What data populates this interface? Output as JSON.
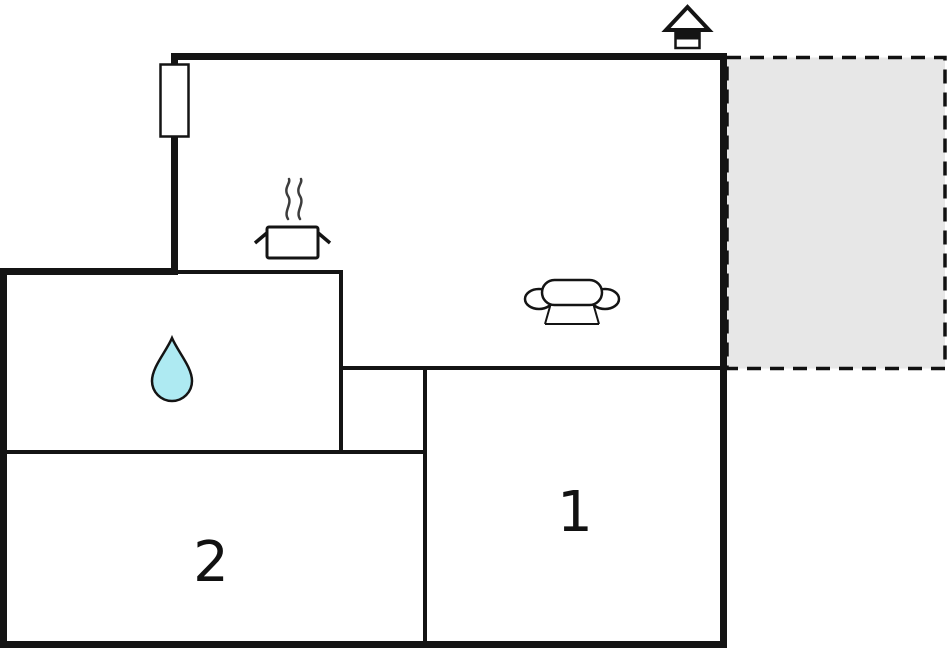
{
  "colors": {
    "background": "#ffffff",
    "wall": "#141414",
    "terrace_fill": "#e7e7e7",
    "terrace_border": "#111111",
    "drop_fill": "#aeeaf2",
    "steam": "#3d3d3d"
  },
  "rooms": [
    {
      "name": "room-1",
      "label": "1"
    },
    {
      "name": "room-2",
      "label": "2"
    }
  ],
  "icons": [
    "house-icon",
    "window-symbol",
    "pot-with-steam-icon",
    "water-drop-icon",
    "sofa-icon"
  ]
}
